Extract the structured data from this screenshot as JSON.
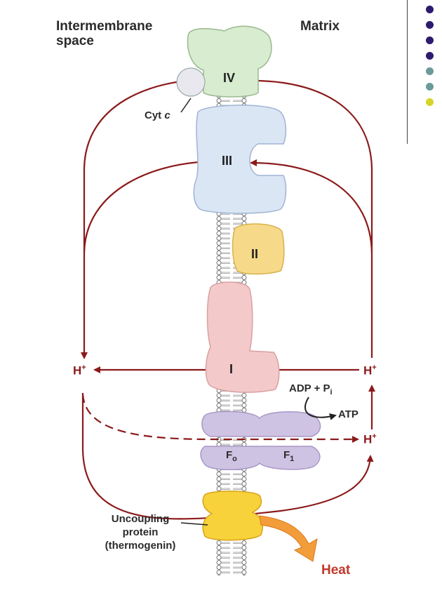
{
  "labels": {
    "intermembrane_line1": "Intermembrane",
    "intermembrane_line2": "space",
    "matrix": "Matrix",
    "complex_iv": "IV",
    "complex_iii": "III",
    "complex_ii": "II",
    "complex_i": "I",
    "cyt_c_prefix": "Cyt ",
    "cyt_c_italic": "c",
    "h_left": "H",
    "h_right_top": "H",
    "h_right_bottom": "H",
    "plus": "+",
    "adp": "ADP + P",
    "adp_sub": "i",
    "atp": "ATP",
    "fo": "F",
    "fo_sub": "o",
    "f1": "F",
    "f1_sub": "1",
    "uncoupling_line1": "Uncoupling",
    "uncoupling_line2": "protein",
    "uncoupling_line3": "(thermogenin)",
    "heat": "Heat"
  },
  "colors": {
    "arrow": "#8b1a1a",
    "complex_iv": "#d8ecd0",
    "complex_iii": "#dbe6f5",
    "complex_ii": "#f7d98a",
    "complex_i": "#f4c9c9",
    "atp_synthase": "#cfc3e3",
    "uncoupling": "#f7d23a",
    "heat_arrow": "#f39c3a",
    "dot_dark": "#2e1a6e",
    "dot_teal": "#6a9a9c",
    "dot_yellow": "#d6d42a"
  },
  "side_panel": {
    "dots": [
      "dark",
      "dark",
      "dark",
      "dark",
      "teal",
      "teal",
      "yellow"
    ]
  }
}
